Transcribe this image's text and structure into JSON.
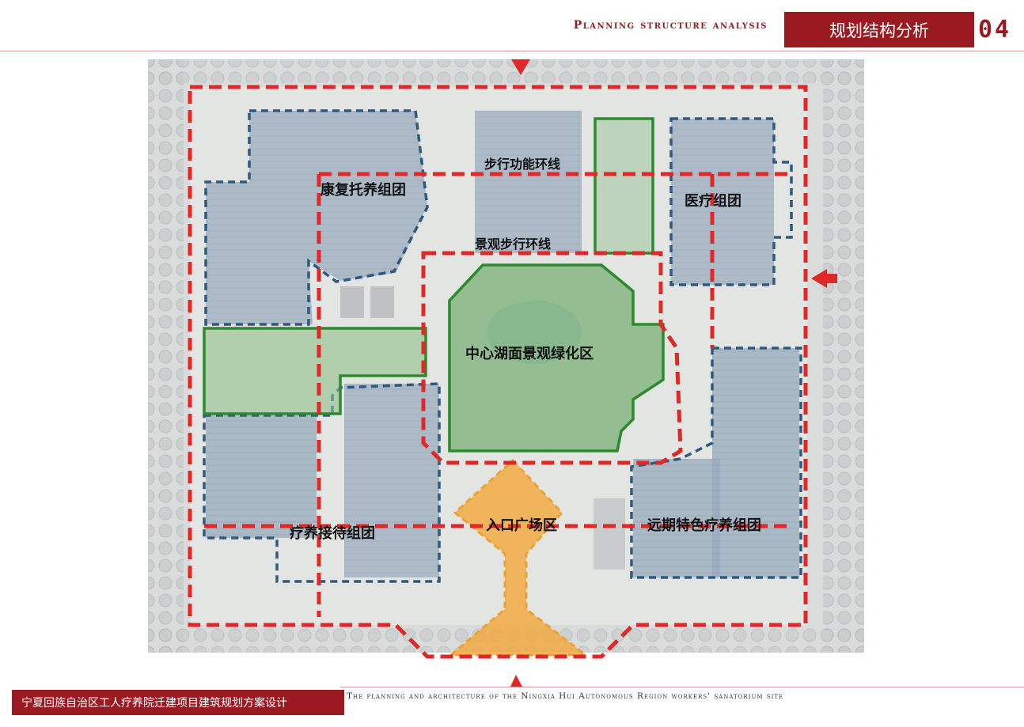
{
  "header": {
    "title_en": "Planning structure analysis",
    "title_cn": "规划结构分析",
    "page_number": "04"
  },
  "map": {
    "zones": {
      "rehab": "康复托养组团",
      "walk_loop": "步行功能环线",
      "medical": "医疗组团",
      "landscape_loop": "景观步行环线",
      "lake": "中心湖面景观绿化区",
      "reception": "疗养接待组团",
      "entrance": "入口广场区",
      "special": "远期特色疗养组团"
    }
  },
  "footer": {
    "project_cn": "宁夏回族自治区工人疗养院迁建项目建筑规划方案设计",
    "project_en": "The planning and architecture of the Ningxia Hui Autonomous Region workers' sanatorium site"
  },
  "colors": {
    "brand_red": "#9b1a22",
    "loop_red": "#e02828",
    "cluster_blue": "#2f5a80",
    "green_zone": "#2e8a2e",
    "entrance_orange": "#f2a83a"
  }
}
